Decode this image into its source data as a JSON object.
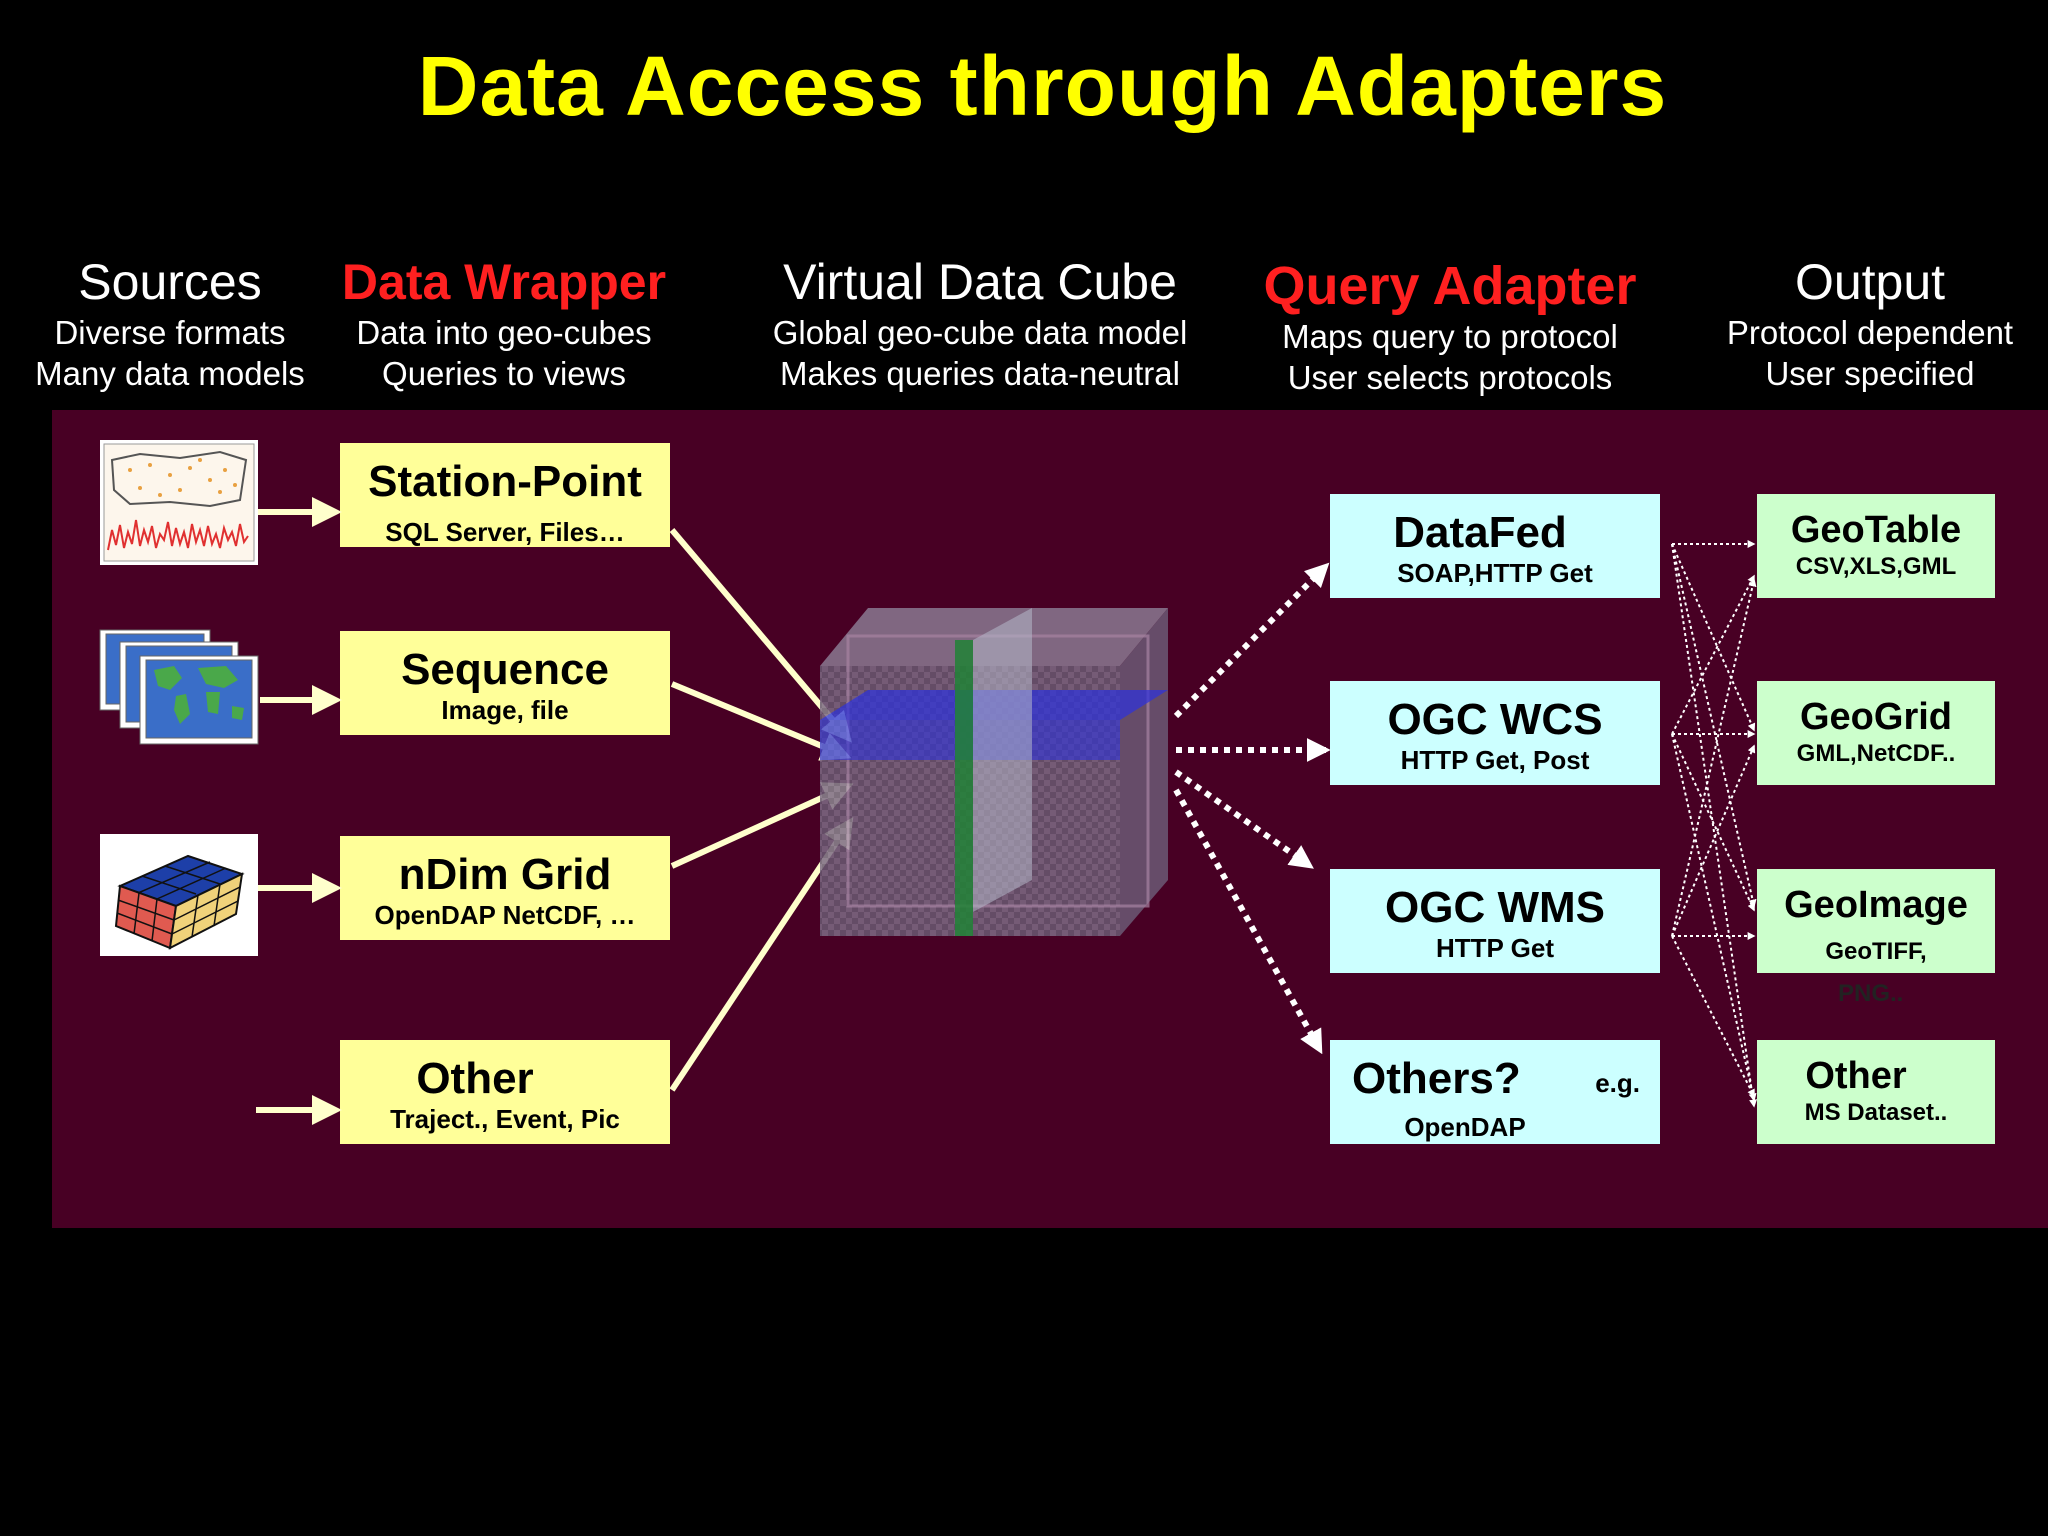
{
  "title": "Data Access through Adapters",
  "columns": {
    "sources": {
      "heading": "Sources",
      "line1": "Diverse formats",
      "line2": "Many data models"
    },
    "wrapper": {
      "heading": "Data Wrapper",
      "line1": "Data into geo-cubes",
      "line2": "Queries to views"
    },
    "cube": {
      "heading": "Virtual Data Cube",
      "line1": "Global geo-cube data model",
      "line2": "Makes queries data-neutral"
    },
    "adapter": {
      "heading": "Query Adapter",
      "line1": "Maps query to protocol",
      "line2": "User selects protocols"
    },
    "output": {
      "heading": "Output",
      "line1": "Protocol dependent",
      "line2": "User specified"
    }
  },
  "wrappers": [
    {
      "name": "Station-Point",
      "detail": "SQL Server, Files…"
    },
    {
      "name": "Sequence",
      "detail": "Image, file"
    },
    {
      "name": "nDim Grid",
      "detail": "OpenDAP NetCDF, …"
    },
    {
      "name": "Other",
      "detail": "Traject., Event, Pic"
    }
  ],
  "adapters": [
    {
      "name": "DataFed",
      "detail": "SOAP,HTTP Get"
    },
    {
      "name": "OGC WCS",
      "detail": "HTTP Get, Post"
    },
    {
      "name": "OGC WMS",
      "detail": "HTTP Get"
    },
    {
      "name": "Others?",
      "note": "e.g.",
      "detail": "OpenDAP"
    }
  ],
  "outputs": [
    {
      "name": "GeoTable",
      "detail": "CSV,XLS,GML"
    },
    {
      "name": "GeoGrid",
      "detail": "GML,NetCDF.."
    },
    {
      "name": "GeoImage",
      "detail": "GeoTIFF,",
      "detail2": "PNG.."
    },
    {
      "name": "Other",
      "detail": "MS Dataset.."
    }
  ],
  "colors": {
    "title": "#ffff00",
    "heading_red": "#ff2020",
    "panel": "#480024",
    "wrapper_box": "#ffff99",
    "adapter_box": "#ccffff",
    "output_box": "#ccffcc",
    "arrow": "#ffffcc"
  },
  "icons": {
    "source1": "station-map-chart-icon",
    "source2": "world-map-sequence-icon",
    "source3": "rubiks-cube-icon"
  }
}
